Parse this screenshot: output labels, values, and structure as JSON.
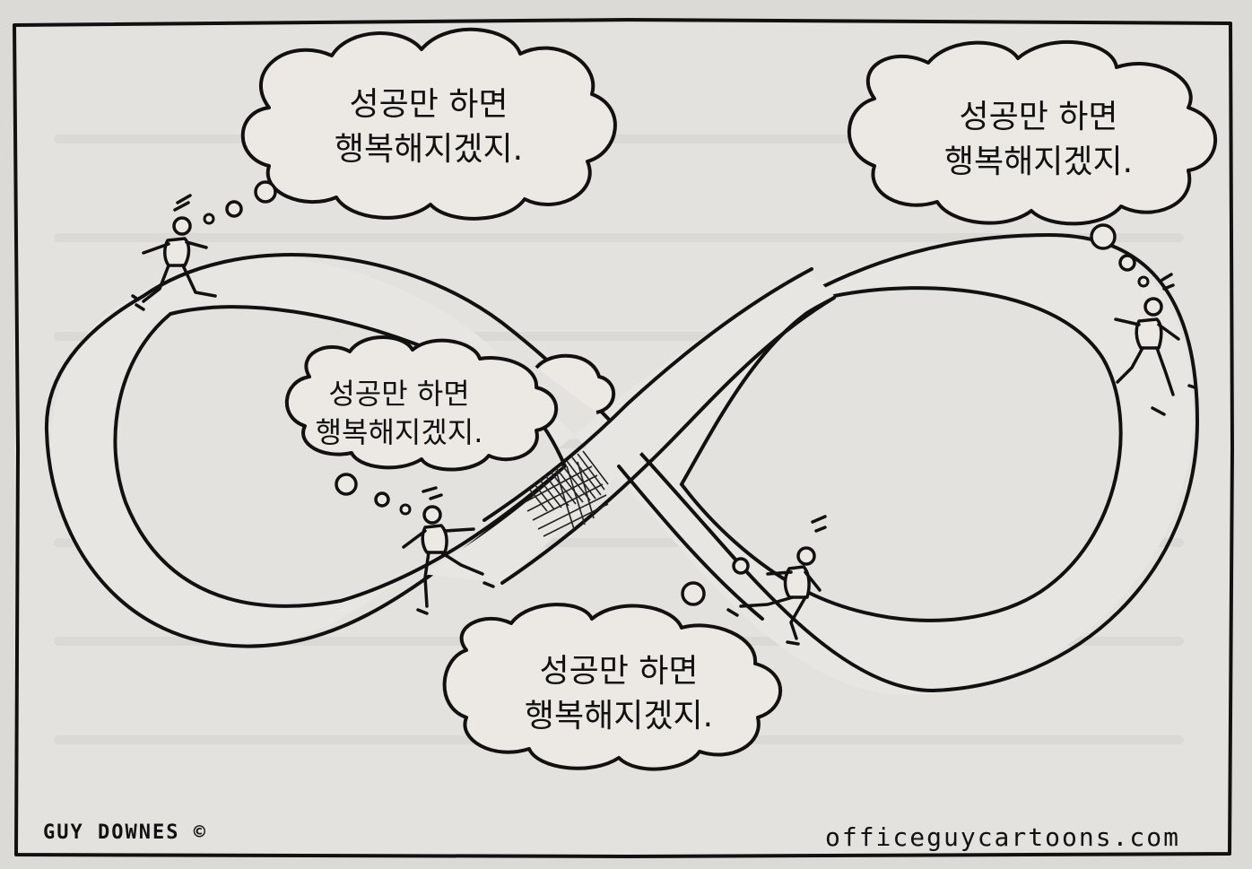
{
  "cartoon": {
    "thoughts": [
      {
        "line1": "성공만 하면",
        "line2": "행복해지겠지."
      },
      {
        "line1": "성공만 하면",
        "line2": "행복해지겠지."
      },
      {
        "line1": "성공만 하면",
        "line2": "행복해지겠지."
      },
      {
        "line1": "성공만 하면",
        "line2": "행복해지겠지."
      }
    ],
    "signature": "GUY DOWNES ©",
    "website": "officeguycartoons.com"
  },
  "colors": {
    "paper": "#dcdad6",
    "ink": "#111111",
    "shadow": "#444444"
  }
}
